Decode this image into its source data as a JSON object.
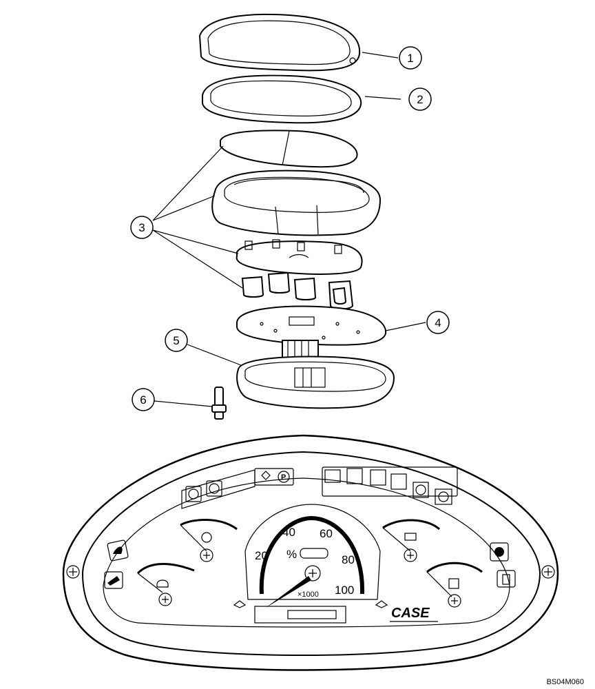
{
  "callouts": [
    "1",
    "2",
    "3",
    "4",
    "5",
    "6"
  ],
  "tachometer": {
    "ticks": [
      "20",
      "40",
      "60",
      "80",
      "100"
    ],
    "percent_symbol": "%",
    "multiplier": "×1000"
  },
  "brand": "CASE",
  "reference_code": "BS04M060",
  "icons": [
    "fuel-icon",
    "battery-icon",
    "oil-pressure-icon",
    "coolant-icon",
    "parking-brake-icon",
    "hydraulic-icon",
    "transmission-icon",
    "glow-plug-icon",
    "seat-belt-icon",
    "turn-signal-icon"
  ],
  "colors": {
    "ink": "#000000",
    "paper": "#ffffff"
  }
}
